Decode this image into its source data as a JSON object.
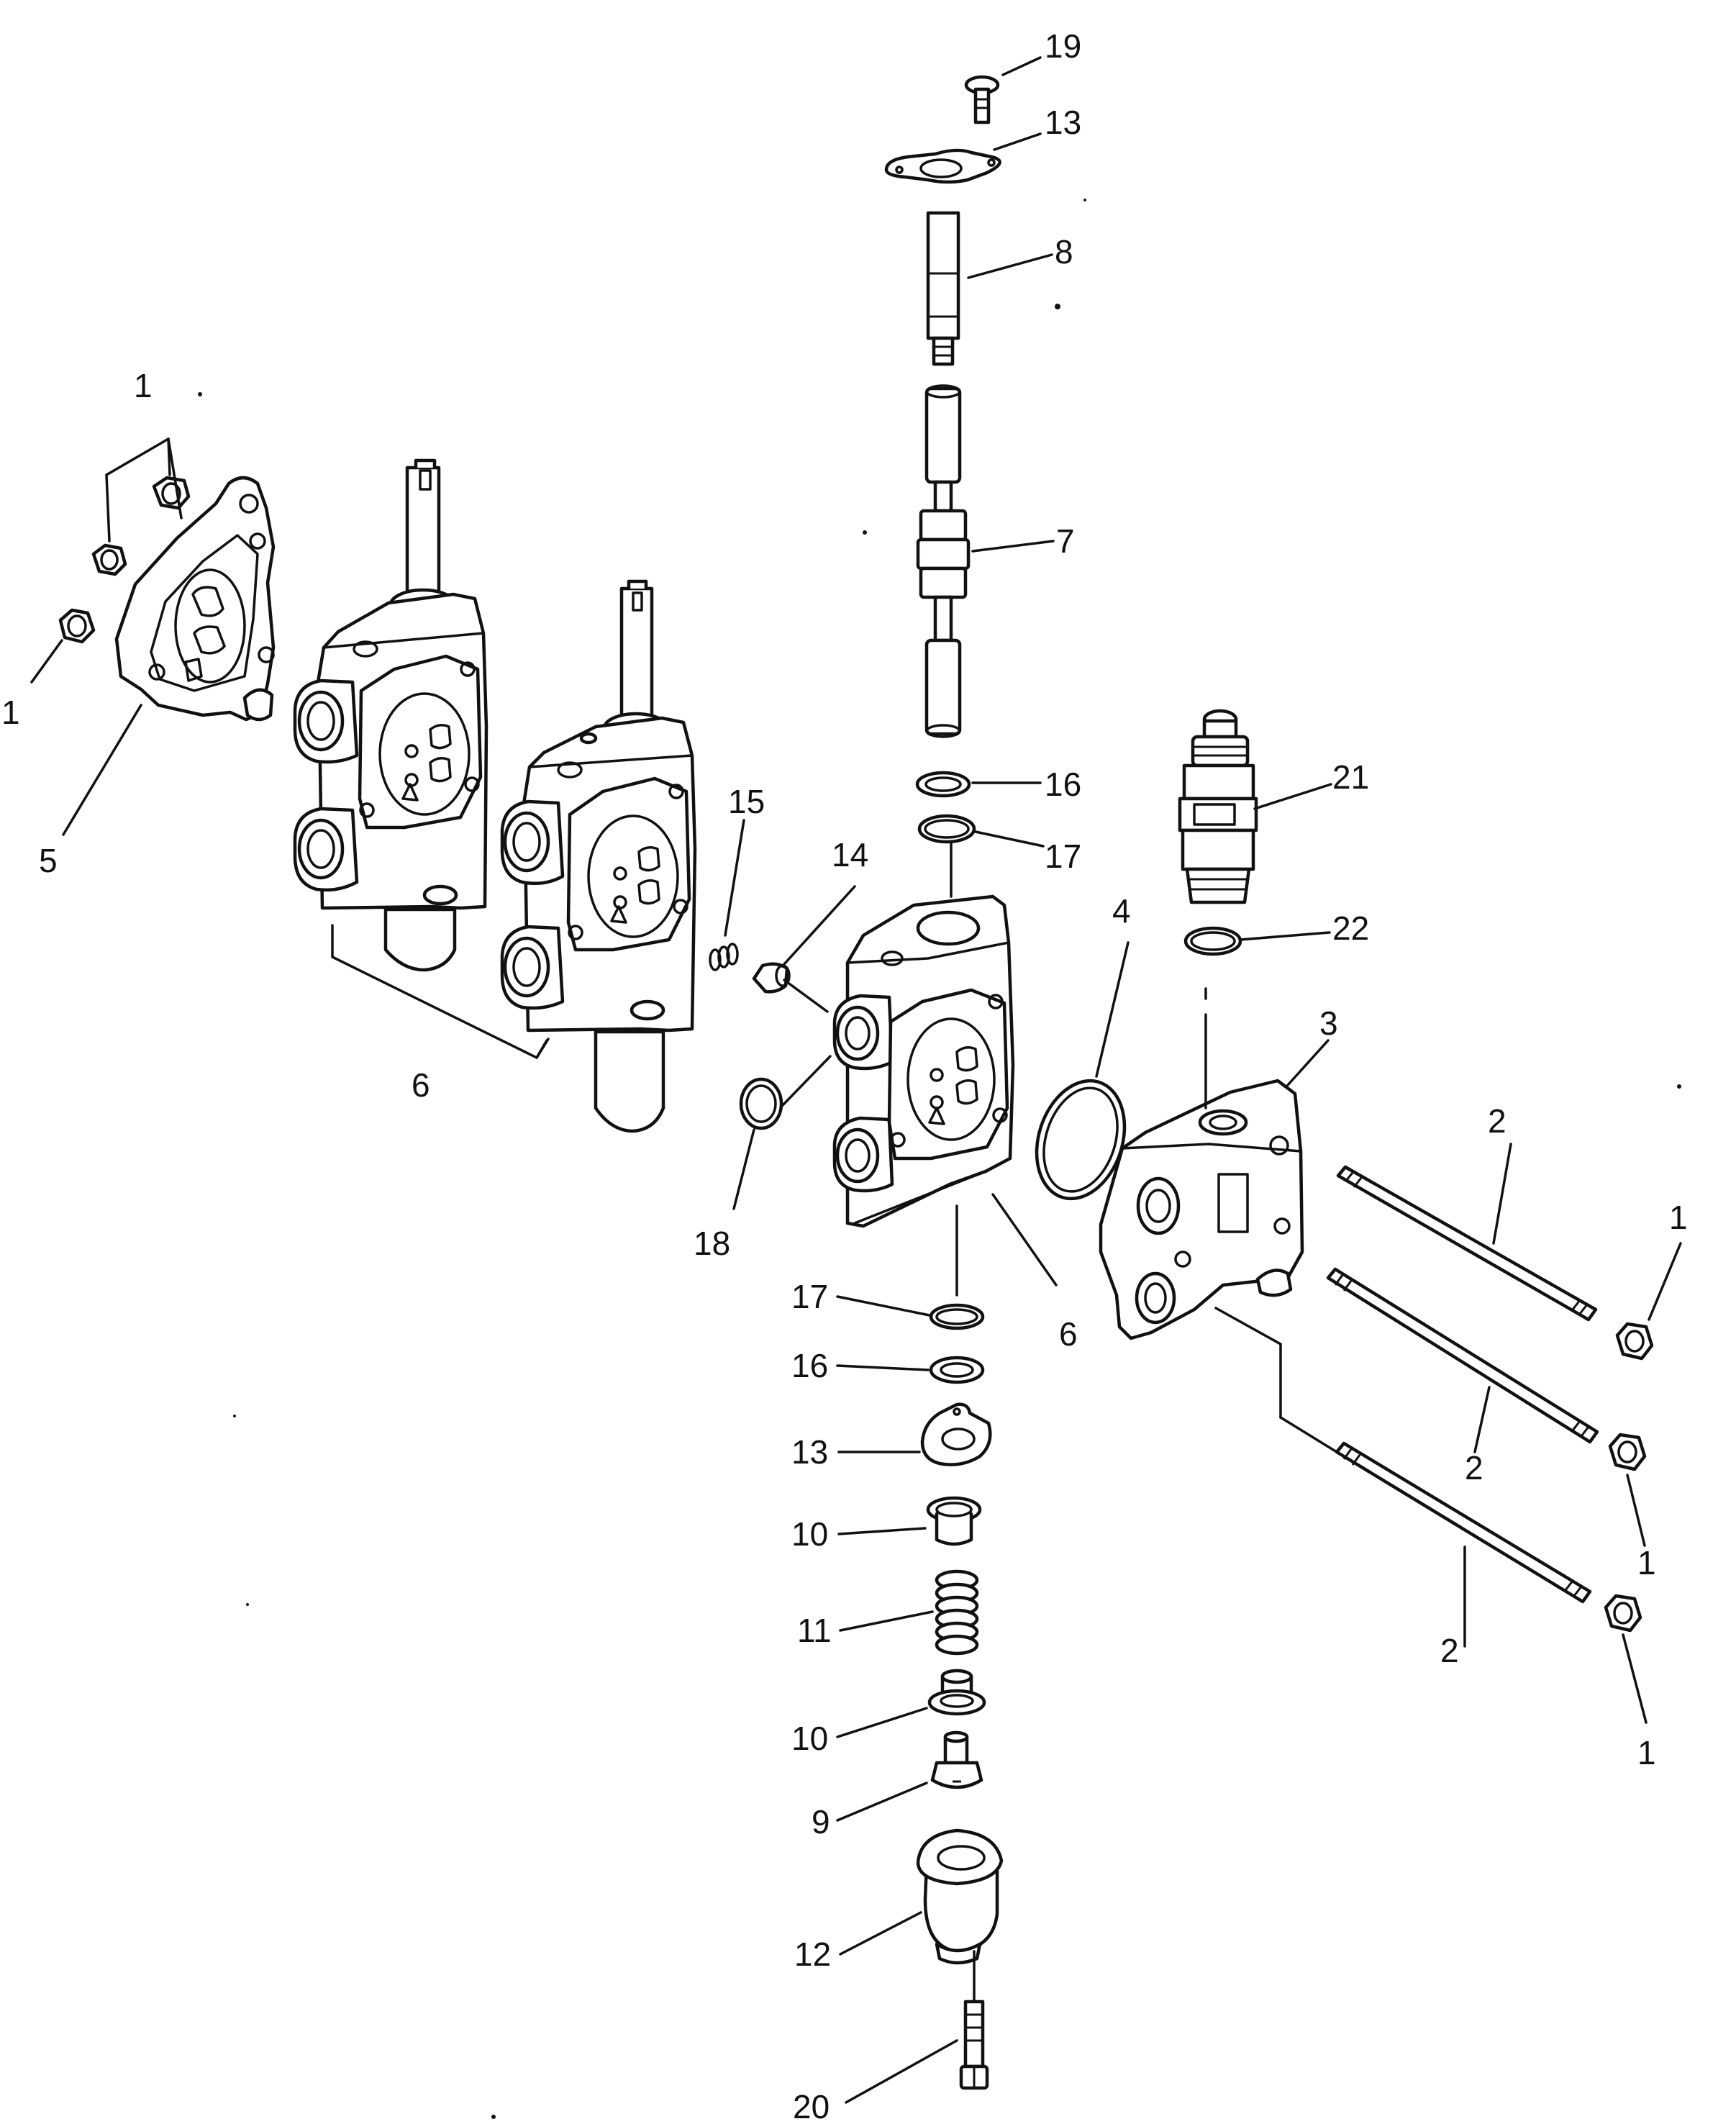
{
  "callouts": [
    {
      "id": "c19",
      "text": "19"
    },
    {
      "id": "c13a",
      "text": "13"
    },
    {
      "id": "c8",
      "text": "8"
    },
    {
      "id": "c7",
      "text": "7"
    },
    {
      "id": "c1a",
      "text": "1"
    },
    {
      "id": "c1b",
      "text": "1"
    },
    {
      "id": "c5",
      "text": "5"
    },
    {
      "id": "c6a",
      "text": "6"
    },
    {
      "id": "c15",
      "text": "15"
    },
    {
      "id": "c14",
      "text": "14"
    },
    {
      "id": "c16a",
      "text": "16"
    },
    {
      "id": "c17a",
      "text": "17"
    },
    {
      "id": "c21",
      "text": "21"
    },
    {
      "id": "c22",
      "text": "22"
    },
    {
      "id": "c4",
      "text": "4"
    },
    {
      "id": "c3",
      "text": "3"
    },
    {
      "id": "c18",
      "text": "18"
    },
    {
      "id": "c2a",
      "text": "2"
    },
    {
      "id": "c1c",
      "text": "1"
    },
    {
      "id": "c6b",
      "text": "6"
    },
    {
      "id": "c17b",
      "text": "17"
    },
    {
      "id": "c16b",
      "text": "16"
    },
    {
      "id": "c13b",
      "text": "13"
    },
    {
      "id": "c2b",
      "text": "2"
    },
    {
      "id": "c1d",
      "text": "1"
    },
    {
      "id": "c10a",
      "text": "10"
    },
    {
      "id": "c11",
      "text": "11"
    },
    {
      "id": "c2c",
      "text": "2"
    },
    {
      "id": "c10b",
      "text": "10"
    },
    {
      "id": "c1e",
      "text": "1"
    },
    {
      "id": "c9",
      "text": "9"
    },
    {
      "id": "c12",
      "text": "12"
    },
    {
      "id": "c20",
      "text": "20"
    }
  ]
}
